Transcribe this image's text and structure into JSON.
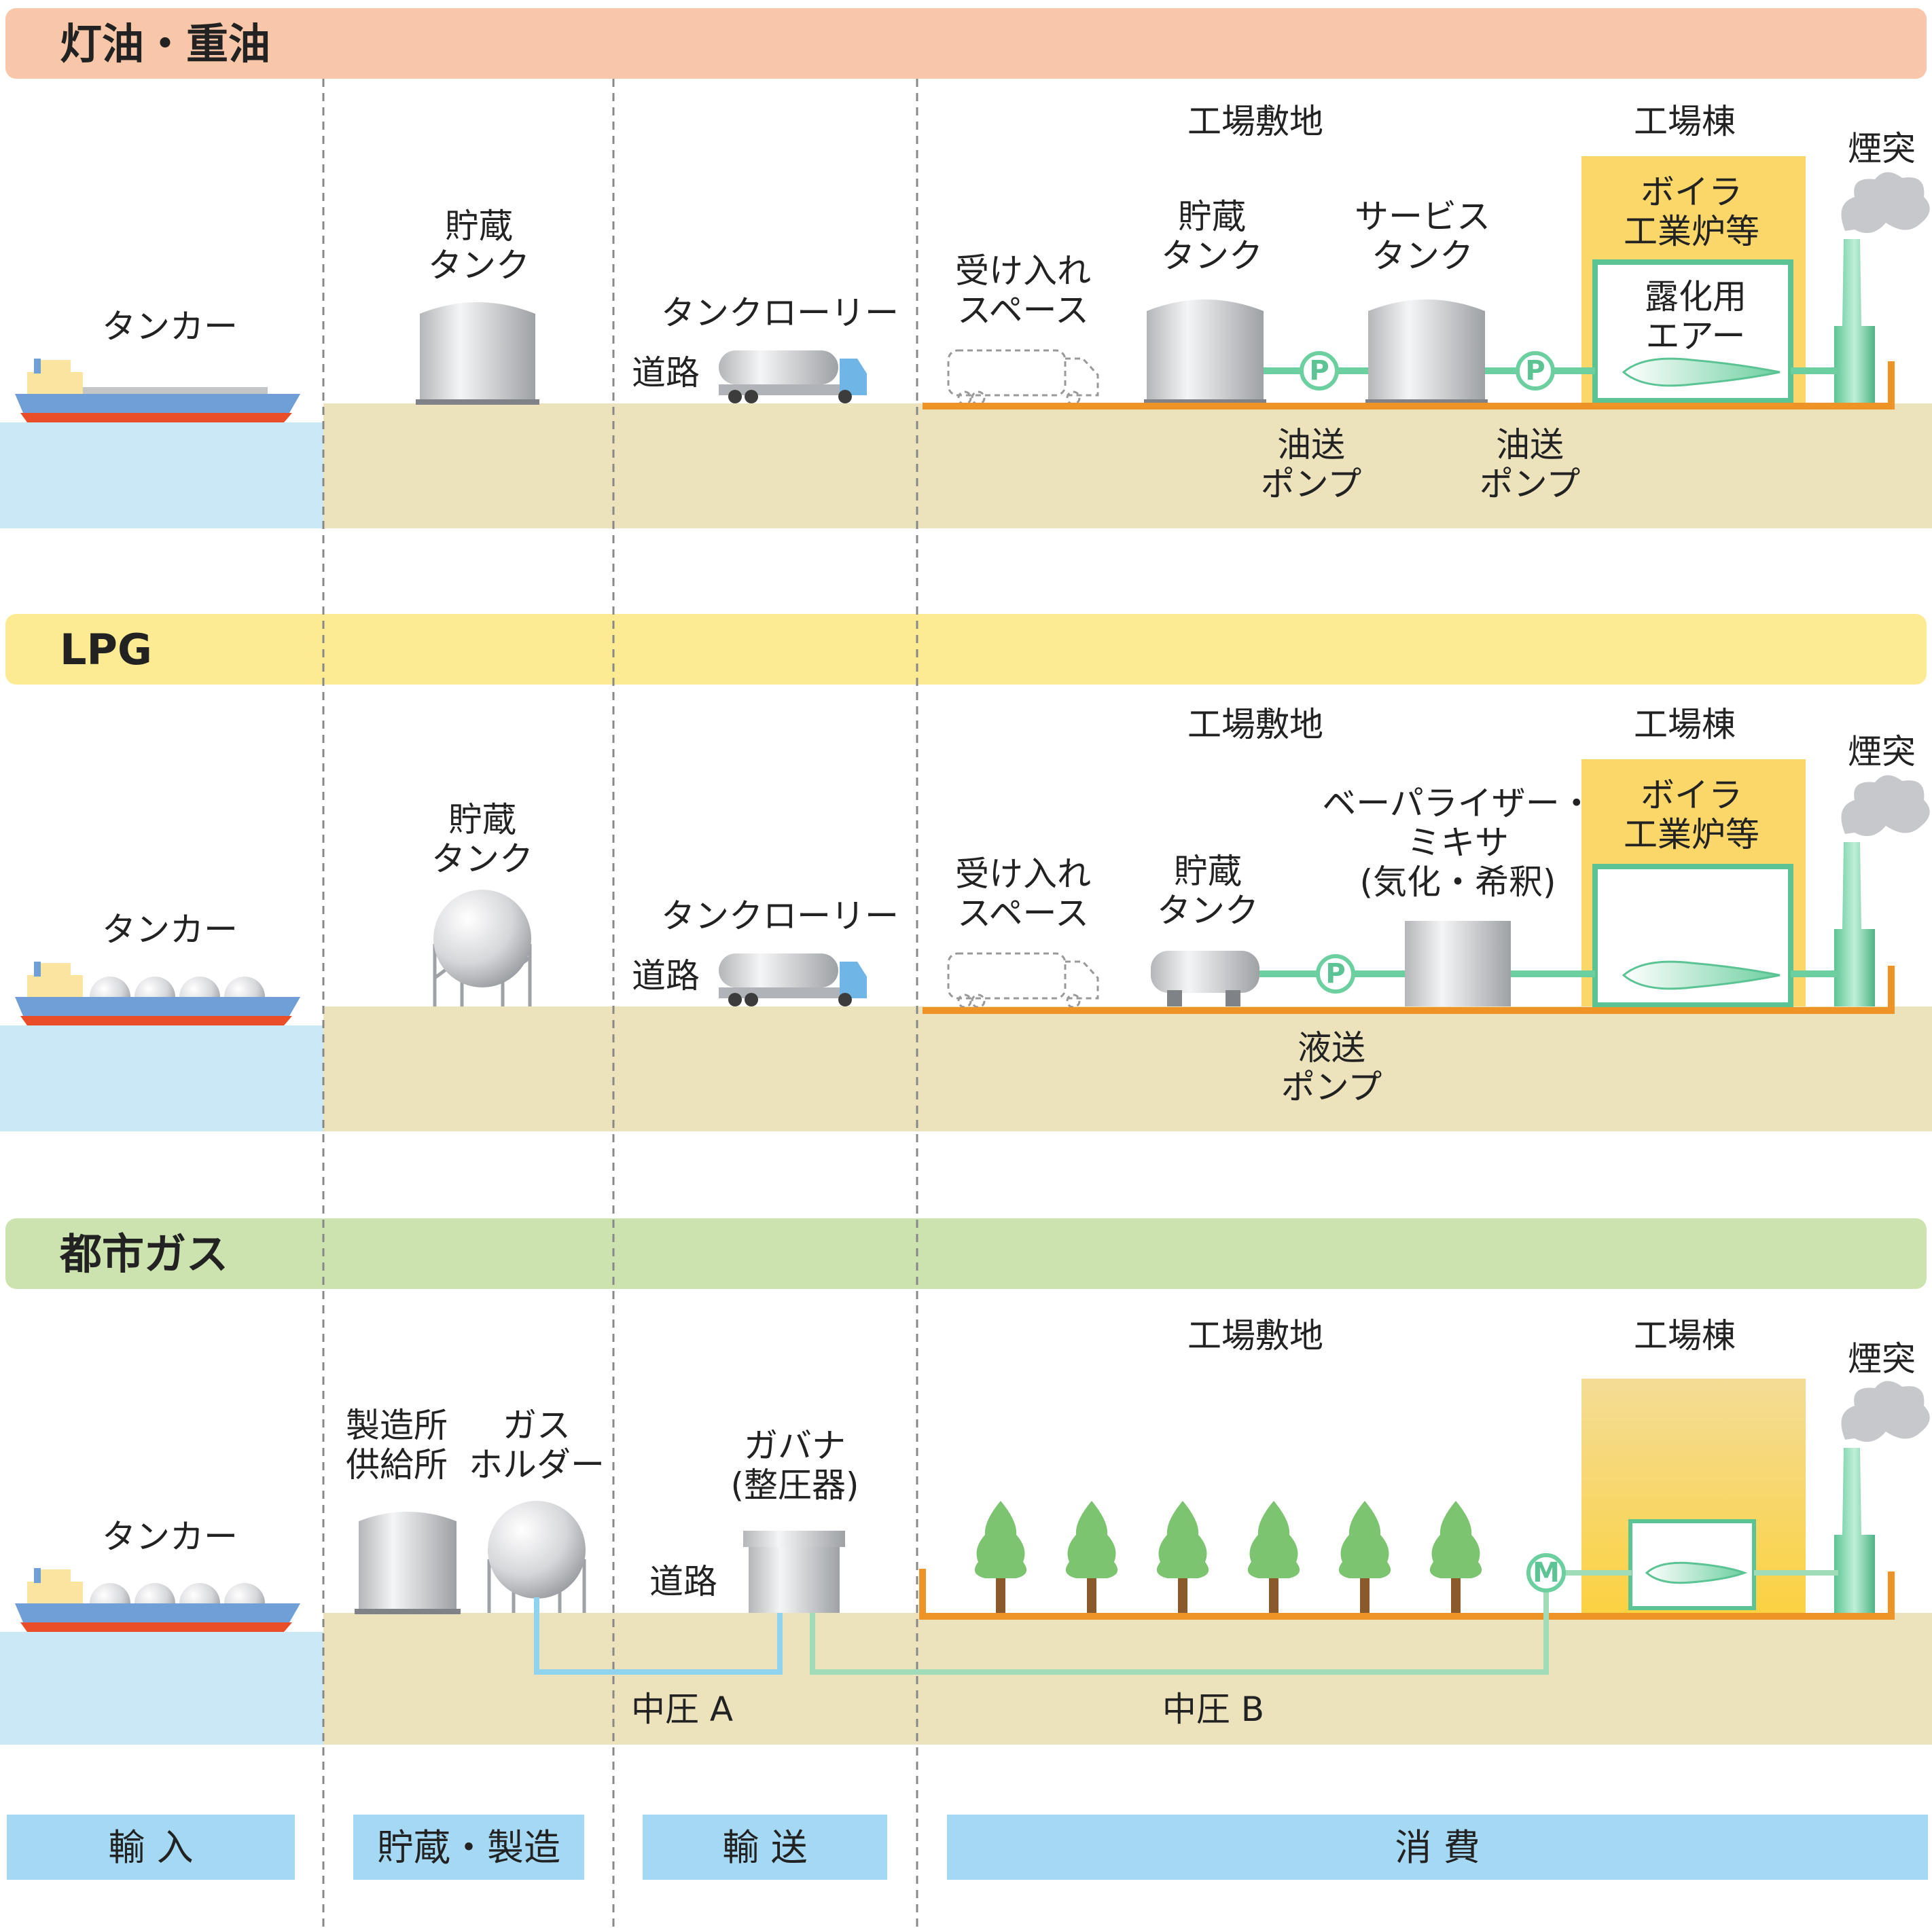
{
  "sections": [
    {
      "title": "灯油・重油",
      "color": "#f8c6a8",
      "labels": {
        "tanker": "タンカー",
        "storage_tank": "貯蔵\nタンク",
        "tank_lorry": "タンクローリー",
        "road": "道路",
        "factory_site": "工場敷地",
        "factory_building": "工場棟",
        "receiving_space": "受け入れ\nスペース",
        "storage_tank_site": "貯蔵\nタンク",
        "service_tank": "サービス\nタンク",
        "boiler": "ボイラ\n工業炉等",
        "atomizing_air": "露化用\nエアー",
        "chimney": "煙突",
        "oil_pump_1": "油送\nポンプ",
        "oil_pump_2": "油送\nポンプ",
        "pump_symbol": "P"
      }
    },
    {
      "title": "LPG",
      "color": "#fdeb94",
      "labels": {
        "tanker": "タンカー",
        "storage_tank": "貯蔵\nタンク",
        "tank_lorry": "タンクローリー",
        "road": "道路",
        "factory_site": "工場敷地",
        "factory_building": "工場棟",
        "receiving_space": "受け入れ\nスペース",
        "storage_tank_site": "貯蔵\nタンク",
        "vaporizer": "ベーパライザー・\nミキサ\n(気化・希釈)",
        "boiler": "ボイラ\n工業炉等",
        "chimney": "煙突",
        "liquid_pump": "液送\nポンプ",
        "pump_symbol": "P"
      }
    },
    {
      "title": "都市ガス",
      "color": "#cce3b0",
      "labels": {
        "tanker": "タンカー",
        "plant_supply": "製造所\n供給所",
        "gas_holder": "ガス\nホルダー",
        "governor": "ガバナ\n(整圧器)",
        "road": "道路",
        "factory_site": "工場敷地",
        "factory_building": "工場棟",
        "chimney": "煙突",
        "medium_pressure_a": "中圧 A",
        "medium_pressure_b": "中圧 B",
        "meter_symbol": "M"
      }
    }
  ],
  "stages": [
    "輸 入",
    "貯蔵・製造",
    "輸 送",
    "消 費"
  ],
  "colors": {
    "ground": "#ece3bd",
    "sea": "#cbe8f6",
    "stage_box": "#a4d8f3",
    "orange_line": "#ee9326",
    "green_pipe": "#6ccfa0",
    "blue_pipe": "#8fd3ef",
    "factory": "#fbd76a"
  }
}
